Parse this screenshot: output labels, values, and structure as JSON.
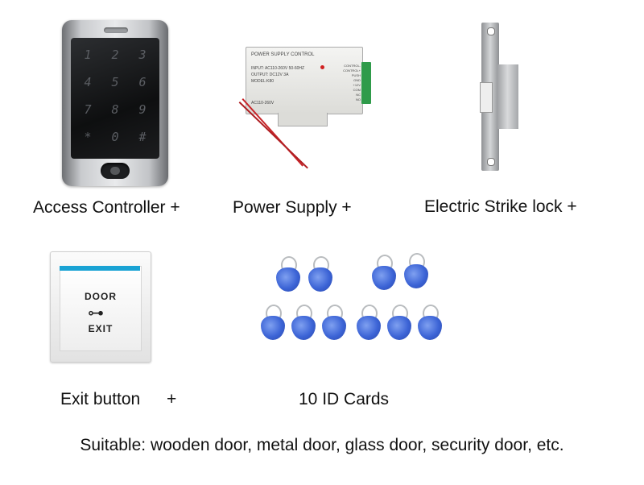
{
  "captions": {
    "access_controller": "Access Controller +",
    "power_supply": "Power Supply +",
    "strike_lock": "Electric Strike lock +",
    "exit_button": "Exit button",
    "exit_plus": "+",
    "id_cards": "10 ID Cards"
  },
  "keypad": {
    "keys": [
      "1",
      "2",
      "3",
      "4",
      "5",
      "6",
      "7",
      "8",
      "9",
      "*",
      "0",
      "#"
    ]
  },
  "power_supply_label": {
    "title": "POWER SUPPLY CONTROL",
    "input": "INPUT: AC110-260V 50-60HZ",
    "output": "OUTPUT: DC12V 3A",
    "model": "MODEL:K80",
    "ac": "AC110-260V",
    "terminals": [
      "CONTROL-",
      "CONTROL+",
      "PUSH",
      "GND",
      "+12V",
      "COM",
      "NC",
      "NO"
    ]
  },
  "exit_button_face": {
    "top": "DOOR",
    "bottom": "EXIT"
  },
  "footer": "Suitable: wooden door, metal door, glass door, security door, etc.",
  "colors": {
    "tag_blue": "#3c64d6",
    "terminal_green": "#2f9b4a",
    "exit_stripe": "#1aa3d4"
  }
}
